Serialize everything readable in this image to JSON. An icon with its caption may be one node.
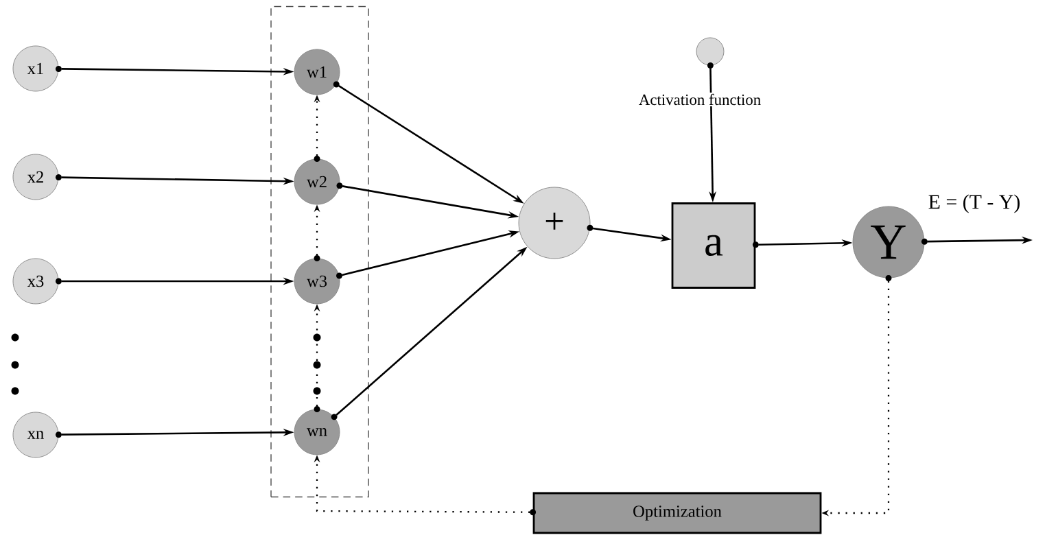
{
  "diagram": {
    "nodes": [
      {
        "text": [
          "x1"
        ]
      },
      {
        "text": [
          "x2"
        ]
      },
      {
        "text": [
          "x3"
        ]
      },
      {
        "text": [
          "xn"
        ]
      },
      {
        "text": [],
        "shape": "box"
      },
      {
        "text": [
          "w1"
        ],
        "in": 4
      },
      {
        "text": [
          "w2"
        ],
        "in": 4
      },
      {
        "text": [
          "w3"
        ],
        "in": 4
      },
      {
        "text": [
          "wn"
        ],
        "in": 4
      },
      {
        "text": [
          "+"
        ]
      },
      {
        "text": [],
        "shape": "circle"
      },
      {
        "text": [
          "a"
        ]
      },
      {
        "text": [
          "Y"
        ]
      },
      {
        "text": [
          "Optimization"
        ]
      }
    ],
    "edges": [
      {
        "from": 0,
        "to": 5,
        "arrow": "to"
      },
      {
        "from": 1,
        "to": 6,
        "arrow": "to"
      },
      {
        "from": 2,
        "to": 7,
        "arrow": "to"
      },
      {
        "from": 3,
        "to": 8,
        "arrow": "to"
      },
      {
        "from": 5,
        "to": 9,
        "arrow": "to"
      },
      {
        "from": 6,
        "to": 9,
        "arrow": "to"
      },
      {
        "from": 7,
        "to": 9,
        "arrow": "to"
      },
      {
        "from": 8,
        "to": 9,
        "arrow": "to"
      },
      {
        "from": 9,
        "to": 11,
        "arrow": "to"
      },
      {
        "from": 10,
        "to": 11,
        "arrow": "to",
        "label": "Activation function"
      },
      {
        "from": 11,
        "to": 12,
        "arrow": "to"
      },
      {
        "from": 12,
        "to": null,
        "arrow": "to",
        "label": "E = (T - Y)"
      },
      {
        "from": 12,
        "to": 13,
        "arrow": "to",
        "style": "dashed"
      },
      {
        "from": 13,
        "to": 8,
        "arrow": "to",
        "style": "dashed"
      },
      {
        "from": 8,
        "to": 7,
        "arrow": "to",
        "style": "dashed"
      },
      {
        "from": 7,
        "to": 6,
        "arrow": "to",
        "style": "dashed"
      },
      {
        "from": 6,
        "to": 5,
        "arrow": "to",
        "style": "dashed"
      }
    ]
  }
}
